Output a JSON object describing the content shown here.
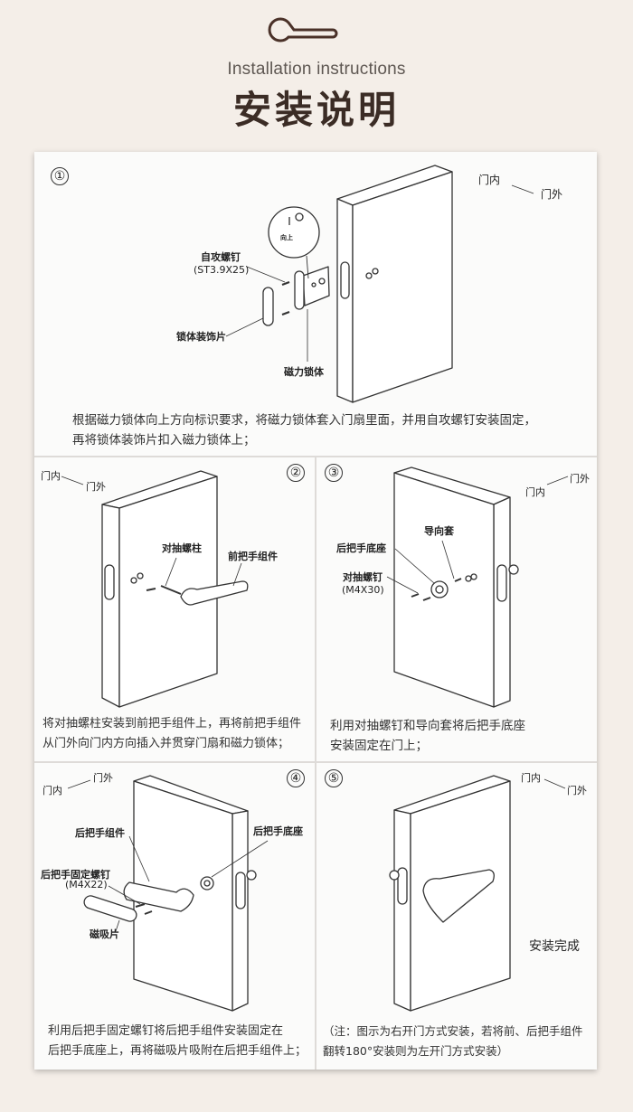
{
  "header": {
    "icon": "door-handle-icon",
    "title_en": "Installation instructions",
    "title_zh": "安装说明",
    "accent_color": "#4a3128"
  },
  "steps": [
    {
      "number": "①",
      "direction": {
        "inside": "门内",
        "outside": "门外"
      },
      "zoom_label": "向上",
      "labels": {
        "screw": "自攻螺钉",
        "screw_spec": "(ST3.9X25)",
        "trim": "锁体装饰片",
        "lock_body": "磁力锁体"
      },
      "description": [
        "根据磁力锁体向上方向标识要求，将磁力锁体套入门扇里面，并用自攻螺钉安装固定，",
        "再将锁体装饰片扣入磁力锁体上；"
      ]
    },
    {
      "number": "②",
      "direction": {
        "inside": "门内",
        "outside": "门外"
      },
      "labels": {
        "stud": "对抽螺柱",
        "front_handle": "前把手组件"
      },
      "description": [
        "将对抽螺柱安装到前把手组件上，再将前把手组件",
        "从门外向门内方向插入并贯穿门扇和磁力锁体；"
      ]
    },
    {
      "number": "③",
      "direction": {
        "inside": "门内",
        "outside": "门外"
      },
      "labels": {
        "guide": "导向套",
        "rear_base": "后把手底座",
        "screw": "对抽螺钉",
        "screw_spec": "(M4X30)"
      },
      "description": [
        "利用对抽螺钉和导向套将后把手底座",
        "安装固定在门上；"
      ]
    },
    {
      "number": "④",
      "direction": {
        "inside": "门内",
        "outside": "门外"
      },
      "labels": {
        "rear_handle": "后把手组件",
        "rear_base": "后把手底座",
        "fix_screw": "后把手固定螺钉",
        "fix_screw_spec": "(M4X22)",
        "magnet": "磁吸片"
      },
      "description": [
        "利用后把手固定螺钉将后把手组件安装固定在",
        "后把手底座上，再将磁吸片吸附在后把手组件上；"
      ]
    },
    {
      "number": "⑤",
      "direction": {
        "inside": "门内",
        "outside": "门外"
      },
      "complete": "安装完成",
      "description": [
        "（注：图示为右开门方式安装，若将前、后把手组件",
        "翻转180°安装则为左开门方式安装）"
      ]
    }
  ]
}
